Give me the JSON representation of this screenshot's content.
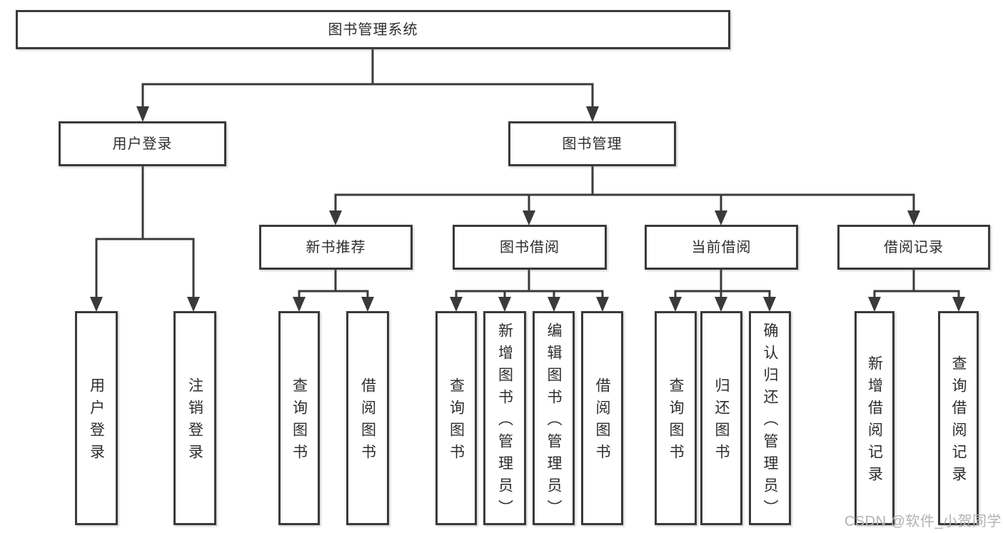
{
  "tree": {
    "label": "图书管理系统",
    "children": [
      {
        "label": "用户登录",
        "children": [
          {
            "label": "用户登录"
          },
          {
            "label": "注销登录"
          }
        ]
      },
      {
        "label": "图书管理",
        "children": [
          {
            "label": "新书推荐",
            "children": [
              {
                "label": "查询图书"
              },
              {
                "label": "借阅图书"
              }
            ]
          },
          {
            "label": "图书借阅",
            "children": [
              {
                "label": "查询图书"
              },
              {
                "label": "新增图书（管理员）"
              },
              {
                "label": "编辑图书（管理员）"
              },
              {
                "label": "借阅图书"
              }
            ]
          },
          {
            "label": "当前借阅",
            "children": [
              {
                "label": "查询图书"
              },
              {
                "label": "归还图书"
              },
              {
                "label": "确认归还（管理员）"
              }
            ]
          },
          {
            "label": "借阅记录",
            "children": [
              {
                "label": "新增借阅记录"
              },
              {
                "label": "查询借阅记录"
              }
            ]
          }
        ]
      }
    ]
  },
  "watermark": {
    "text": "CSDN @软件_小贺同学"
  },
  "colors": {
    "line": "#3a3a3a",
    "text": "#2d2d2d",
    "box_background": "#ffffff",
    "page_background": "#ffffff",
    "watermark": "#b2b2b2"
  }
}
